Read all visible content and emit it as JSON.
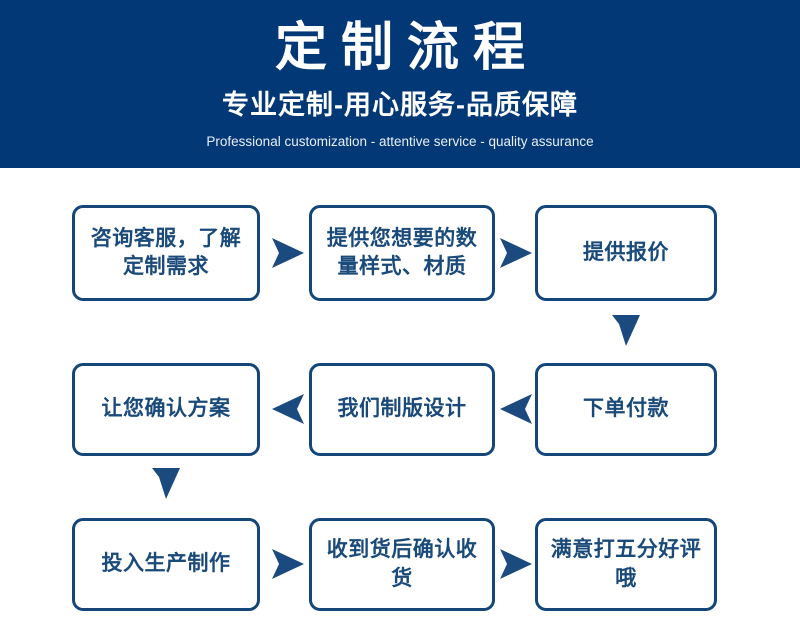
{
  "banner": {
    "title": "定制流程",
    "subtitle": "专业定制-用心服务-品质保障",
    "tagline": "Professional customization - attentive service - quality assurance",
    "background_color": "#033876",
    "text_color": "#ffffff"
  },
  "theme": {
    "box_border_color": "#144679",
    "box_text_color": "#1a4a7a",
    "arrow_color": "#1b4a7e",
    "page_background": "#ffffff"
  },
  "flow": {
    "steps": [
      {
        "id": "step-1",
        "label": "咨询客服，了解定制需求",
        "row": 1,
        "col": 1
      },
      {
        "id": "step-2",
        "label": "提供您想要的数量样式、材质",
        "row": 1,
        "col": 2
      },
      {
        "id": "step-3",
        "label": "提供报价",
        "row": 1,
        "col": 3
      },
      {
        "id": "step-4",
        "label": "让您确认方案",
        "row": 2,
        "col": 1
      },
      {
        "id": "step-5",
        "label": "我们制版设计",
        "row": 2,
        "col": 2
      },
      {
        "id": "step-6",
        "label": "下单付款",
        "row": 2,
        "col": 3
      },
      {
        "id": "step-7",
        "label": "投入生产制作",
        "row": 3,
        "col": 1
      },
      {
        "id": "step-8",
        "label": "收到货后确认收货",
        "row": 3,
        "col": 2
      },
      {
        "id": "step-9",
        "label": "满意打五分好评哦",
        "row": 3,
        "col": 3
      }
    ],
    "connectors": [
      {
        "id": "connector-1",
        "from": "step-1",
        "to": "step-2",
        "direction": "right"
      },
      {
        "id": "connector-2",
        "from": "step-2",
        "to": "step-3",
        "direction": "right"
      },
      {
        "id": "connector-3",
        "from": "step-3",
        "to": "step-6",
        "direction": "down"
      },
      {
        "id": "connector-4",
        "from": "step-6",
        "to": "step-5",
        "direction": "left"
      },
      {
        "id": "connector-5",
        "from": "step-5",
        "to": "step-4",
        "direction": "left"
      },
      {
        "id": "connector-6",
        "from": "step-4",
        "to": "step-7",
        "direction": "down"
      },
      {
        "id": "connector-7",
        "from": "step-7",
        "to": "step-8",
        "direction": "right"
      },
      {
        "id": "connector-8",
        "from": "step-8",
        "to": "step-9",
        "direction": "right"
      }
    ]
  }
}
